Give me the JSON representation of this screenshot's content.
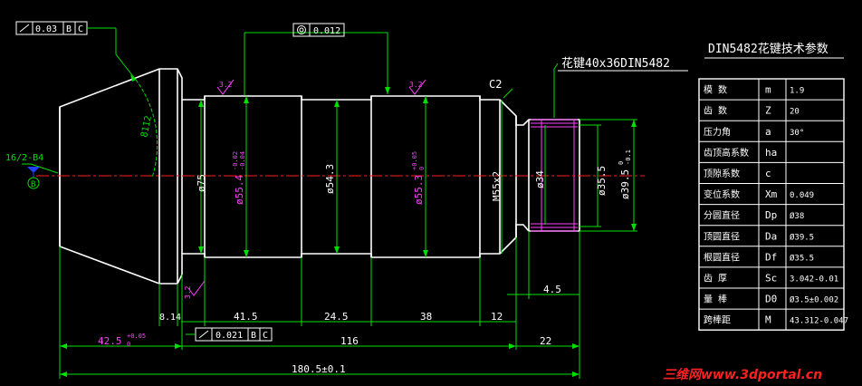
{
  "tolerance_frames": {
    "top_left": {
      "value": "0.03",
      "datum1": "B",
      "datum2": "C"
    },
    "top_center": {
      "value": "0.012"
    },
    "bottom": {
      "value": "0.021",
      "datum1": "B",
      "datum2": "C"
    }
  },
  "center_hole_label": "16/2-B4",
  "datum_b": "B",
  "angle_label": "8112",
  "roughness": {
    "r1": "3.2",
    "r2": "3.2",
    "r3": "3.2"
  },
  "chamfer_label": "C2",
  "spline_label": "花键40x36DIN5482",
  "diameters": {
    "d75": "ø75",
    "d55_4": "ø55.4",
    "d55_4_tol_up": "-0.02",
    "d55_4_tol_low": "-0.04",
    "d54_3": "ø54.3",
    "d55_3": "ø55.3",
    "d55_3_tol_up": "+0.05",
    "d55_3_tol_low": "0",
    "m55": "M55x2",
    "d34": "ø34",
    "d35_5": "ø35.5",
    "d39_5": "ø39.5",
    "d39_5_tol_up": "0",
    "d39_5_tol_low": "-0.1"
  },
  "lengths": {
    "l8_14": "8.14",
    "l41_5": "41.5",
    "l24_5": "24.5",
    "l38": "38",
    "l12": "12",
    "l4_5": "4.5",
    "l42_5": "42.5",
    "l42_5_tol_up": "+0.05",
    "l42_5_tol_low": "0",
    "l116": "116",
    "l22": "22",
    "l180_5": "180.5±0.1"
  },
  "table": {
    "title": "DIN5482花键技术参数",
    "rows": [
      {
        "name": "模  数",
        "sym": "m",
        "val": "1.9"
      },
      {
        "name": "齿  数",
        "sym": "Z",
        "val": "20"
      },
      {
        "name": "压力角",
        "sym": "a",
        "val": "30°"
      },
      {
        "name": "齿顶高系数",
        "sym": "ha",
        "val": ""
      },
      {
        "name": "顶隙系数",
        "sym": "c",
        "val": ""
      },
      {
        "name": "变位系数",
        "sym": "Xm",
        "val": "0.049"
      },
      {
        "name": "分圆直径",
        "sym": "Dp",
        "val": "Ø38"
      },
      {
        "name": "顶圆直径",
        "sym": "Da",
        "val": "Ø39.5"
      },
      {
        "name": "根圆直径",
        "sym": "Df",
        "val": "Ø35.5"
      },
      {
        "name": "齿  厚",
        "sym": "Sc",
        "val": "3.042-0.01"
      },
      {
        "name": "量  棒",
        "sym": "D0",
        "val": "Ø3.5±0.002"
      },
      {
        "name": "跨棒距",
        "sym": "M",
        "val": "43.312-0.047"
      }
    ]
  },
  "watermark": "三维网www.3dportal.cn"
}
